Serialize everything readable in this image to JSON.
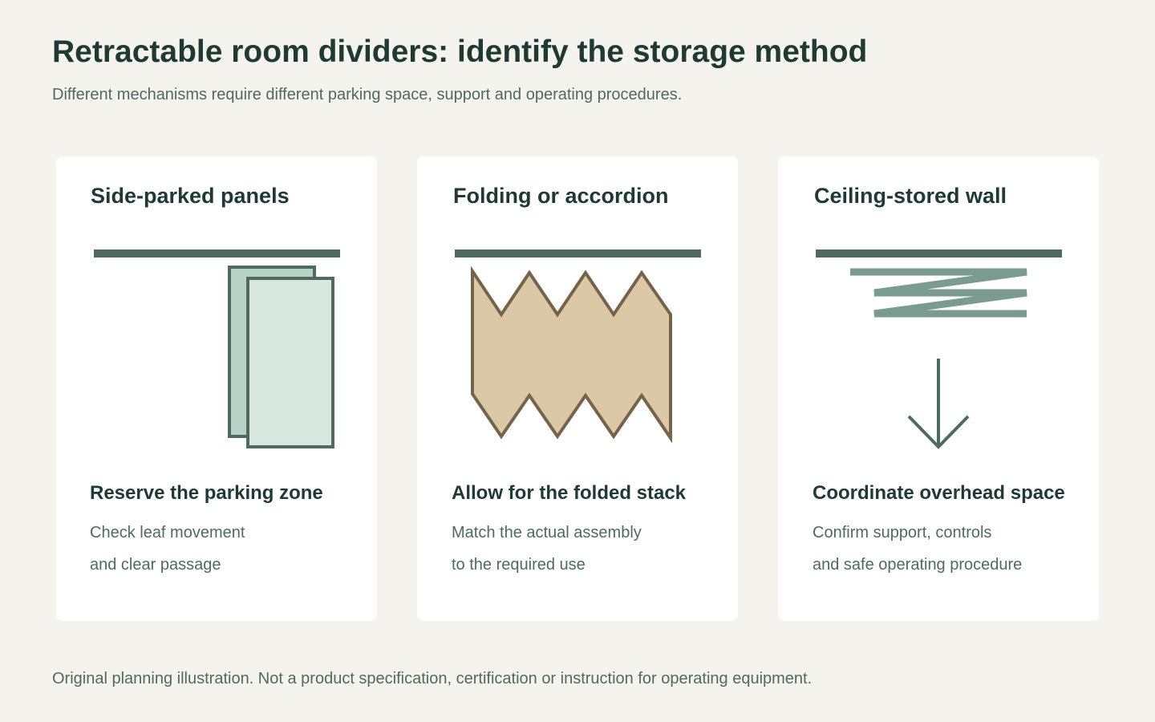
{
  "header": {
    "title": "Retractable room dividers: identify the storage method",
    "subtitle": "Different mechanisms require different parking space, support and operating procedures."
  },
  "cards": [
    {
      "title": "Side-parked panels",
      "heading": "Reserve the parking zone",
      "lines": [
        "Check leaf movement",
        "and clear passage"
      ],
      "icon": "stacked-panels-icon"
    },
    {
      "title": "Folding or accordion",
      "heading": "Allow for the folded stack",
      "lines": [
        "Match the actual assembly",
        "to the required use"
      ],
      "icon": "accordion-fold-icon"
    },
    {
      "title": "Ceiling-stored wall",
      "heading": "Coordinate overhead space",
      "lines": [
        "Confirm support, controls",
        "and safe operating procedure"
      ],
      "icon": "ceiling-stack-icon"
    }
  ],
  "footer": {
    "note": "Original planning illustration. Not a product specification, certification or instruction for operating equipment."
  },
  "colors": {
    "background": "#f4f3ee",
    "card": "#ffffff",
    "track": "#4f6a60",
    "panel_fill": "#d8e8de",
    "panel_back_fill": "#b8d2c6",
    "accordion_fill": "#dbc8a6",
    "accordion_stroke": "#75644a",
    "ceiling_stack": "#7a9c8e"
  }
}
